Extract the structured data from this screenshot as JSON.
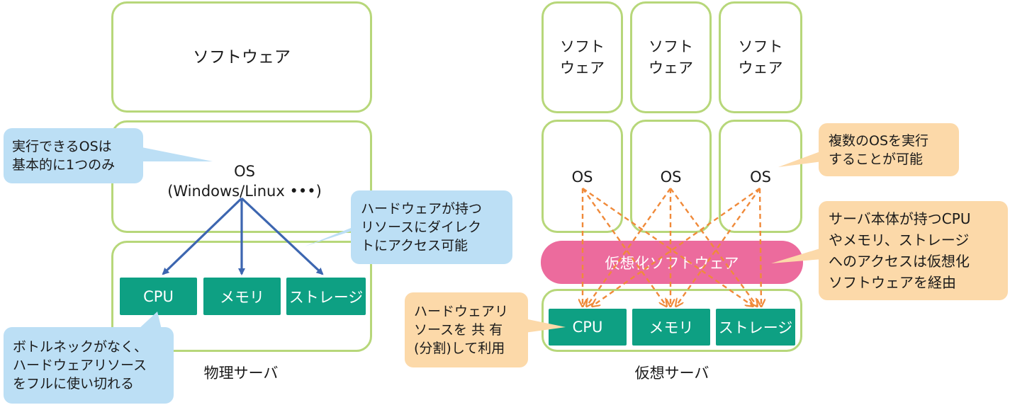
{
  "physical": {
    "software_label": "ソフトウェア",
    "os_label": "OS\n(Windows/Linux •••)",
    "hardware": [
      "CPU",
      "メモリ",
      "ストレージ"
    ],
    "caption": "物理サーバ",
    "callout_os": "実行できるOSは\n基本的に1つのみ",
    "callout_direct": "ハードウェアが持つ\nリソースにダイレク\nトにアクセス可能",
    "callout_bottleneck": "ボトルネックがなく、\nハードウェアリソース\nをフルに使い切れる"
  },
  "virtual": {
    "software_labels": [
      "ソフト\nウェア",
      "ソフト\nウェア",
      "ソフト\nウェア"
    ],
    "os_labels": [
      "OS",
      "OS",
      "OS"
    ],
    "virtualization_label": "仮想化ソフトウェア",
    "hardware": [
      "CPU",
      "メモリ",
      "ストレージ"
    ],
    "caption": "仮想サーバ",
    "callout_multi_os": "複数のOSを実行\nすることが可能",
    "callout_access": "サーバ本体が持つCPU\nやメモリ、ストレージ\nへのアクセスは仮想化\nソフトウェアを経由",
    "callout_shared": "ハードウェアリ\nソースを 共 有\n(分割)して利用"
  },
  "colors": {
    "box_border": "#b7d77a",
    "hardware_fill": "#0ea083",
    "virtualization_fill": "#ec6b9d",
    "blue_callout": "#bcdff5",
    "orange_callout": "#fcd9a9",
    "solid_arrow": "#3d66b0",
    "dashed_arrow": "#f08a3a"
  }
}
